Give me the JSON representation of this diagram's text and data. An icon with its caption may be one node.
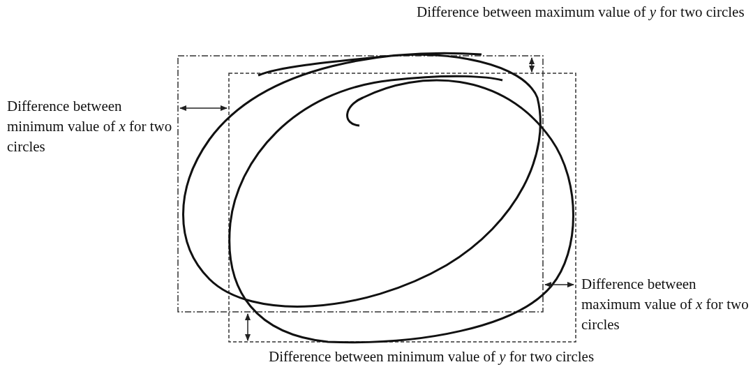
{
  "diagram": {
    "labels": [
      "Difference between maximum value of *y* for two circles",
      "Difference between minimum value of *x* for two circles",
      "Difference between maximum value of *x* for two circles",
      "Difference between minimum value of *y* for two circles"
    ]
  }
}
